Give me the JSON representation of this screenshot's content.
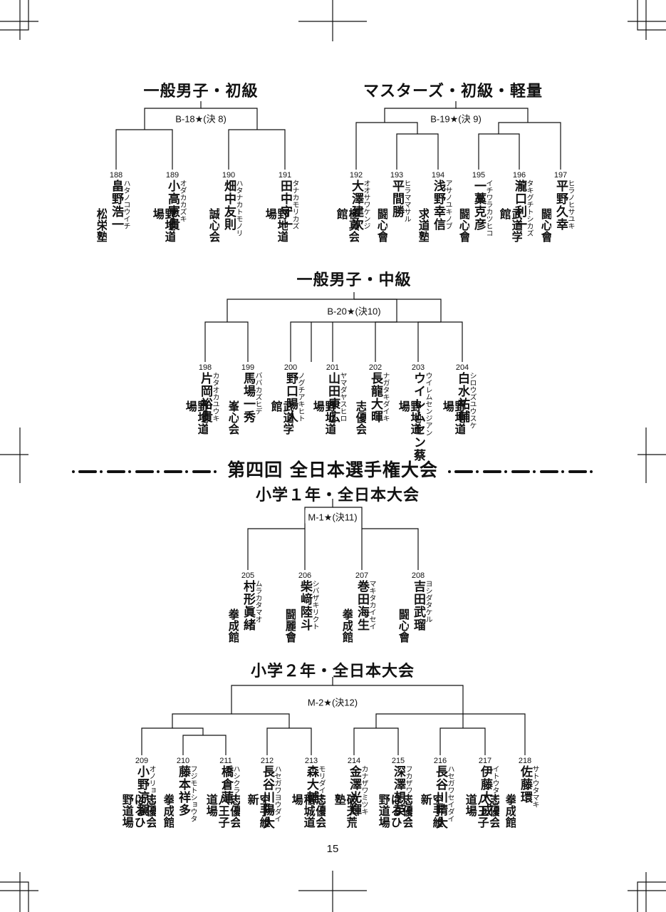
{
  "titles": {
    "t1": "一般男子・初級",
    "t2": "マスターズ・初級・軽量",
    "t3": "一般男子・中級",
    "t4": "第四回 全日本選手権大会",
    "t5": "小学１年・全日本大会",
    "t6": "小学２年・全日本大会"
  },
  "codes": {
    "b18": "B-18★(決 8)",
    "b19": "B-19★(決 9)",
    "b20": "B-20★(決10)",
    "m1": "M-1★(決11)",
    "m2": "M-2★(決12)"
  },
  "page_number": "15",
  "players": [
    {
      "num": "188",
      "name": "畠野浩一",
      "kana": "ハタノコウイチ",
      "dojo": "松栄塾"
    },
    {
      "num": "189",
      "name": "小高憲貴",
      "kana": "オダカカズキ",
      "dojo": "野地道場"
    },
    {
      "num": "190",
      "name": "畑中友則",
      "kana": "ハタナカトモノリ",
      "dojo": "誠心会"
    },
    {
      "num": "191",
      "name": "田中守一",
      "kana": "タナカモリカズ",
      "dojo": "野地道場"
    },
    {
      "num": "192",
      "name": "大澤建次",
      "kana": "オオサワケンジ",
      "dojo": "極真会館"
    },
    {
      "num": "193",
      "name": "平間勝",
      "kana": "ヒラママサル",
      "dojo": "闘心會"
    },
    {
      "num": "194",
      "name": "浅野幸信",
      "kana": "アサノユキノブ",
      "dojo": "求道塾"
    },
    {
      "num": "195",
      "name": "一藁克彦",
      "kana": "イチワラカツヒコ",
      "dojo": "闘心會"
    },
    {
      "num": "196",
      "name": "瀧口利一",
      "kana": "タキグチトシカズ",
      "dojo": "武道学館"
    },
    {
      "num": "197",
      "name": "平野久幸",
      "kana": "ヒラノヒサユキ",
      "dojo": "闘心會"
    },
    {
      "num": "198",
      "name": "片岡裕貴",
      "kana": "カタオカユウキ",
      "dojo": "野地道場"
    },
    {
      "num": "199",
      "name": "馬場一秀",
      "kana": "ババカズヒデ",
      "dojo": "峯心会"
    },
    {
      "num": "200",
      "name": "野口陽人",
      "kana": "ノグチアキヒト",
      "dojo": "武道学館"
    },
    {
      "num": "201",
      "name": "山田康広",
      "kana": "ヤマダヤスヒロ",
      "dojo": "野地道場"
    },
    {
      "num": "202",
      "name": "長龍大暉",
      "kana": "ナガタキダイキ",
      "dojo": "志優会"
    },
    {
      "num": "203",
      "name": "ウイレムセン蔡",
      "kana": "ウイレムセンジアン",
      "dojo": "野地道場"
    },
    {
      "num": "204",
      "name": "白水祐輔",
      "kana": "シロウズユウスケ",
      "dojo": "野地道場"
    },
    {
      "num": "205",
      "name": "村形眞緒",
      "kana": "ムラカタマオ",
      "dojo": "拳成館"
    },
    {
      "num": "206",
      "name": "柴﨑陸斗",
      "kana": "シバザキリクト",
      "dojo": "闘麗會"
    },
    {
      "num": "207",
      "name": "巻田海生",
      "kana": "マキタカイセイ",
      "dojo": "拳成館"
    },
    {
      "num": "208",
      "name": "吉田武瑠",
      "kana": "ヨシダタケル",
      "dojo": "闘心會"
    },
    {
      "num": "209",
      "name": "小野涼駕",
      "kana": "オノリョウガ",
      "dojo": "志優会はるひ野道場"
    },
    {
      "num": "210",
      "name": "藤本祥多",
      "kana": "フジモトショウタ",
      "dojo": "拳成館"
    },
    {
      "num": "211",
      "name": "橋倉蓮",
      "kana": "ハシクラレン",
      "dojo": "志優会八王子道場"
    },
    {
      "num": "212",
      "name": "長谷川陽大",
      "kana": "ハセガワヨウダイ",
      "dojo": "空手維新"
    },
    {
      "num": "213",
      "name": "森大輔",
      "kana": "モリダイスケ",
      "dojo": "志優会稲城道場"
    },
    {
      "num": "214",
      "name": "金澤光輝",
      "kana": "カナザワミツキ",
      "dojo": "破天荒塾"
    },
    {
      "num": "215",
      "name": "深澤想英",
      "kana": "フカザワソウエイ",
      "dojo": "志優会はるひ野道場"
    },
    {
      "num": "216",
      "name": "長谷川晴大",
      "kana": "ハセガワセイダイ",
      "dojo": "空手維新"
    },
    {
      "num": "217",
      "name": "伊藤大成",
      "kana": "イトウタイセイ",
      "dojo": "志優会八王子道場"
    },
    {
      "num": "218",
      "name": "佐藤環",
      "kana": "サトウタマキ",
      "dojo": "拳成館"
    }
  ]
}
